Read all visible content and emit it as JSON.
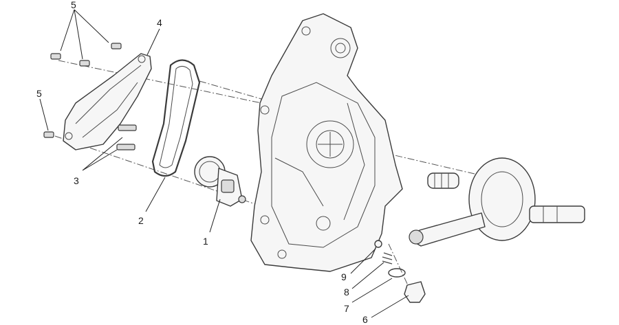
{
  "callouts": [
    {
      "id": "c5a",
      "text": "5"
    },
    {
      "id": "c4",
      "text": "4"
    },
    {
      "id": "c5b",
      "text": "5"
    },
    {
      "id": "c3",
      "text": "3"
    },
    {
      "id": "c2",
      "text": "2"
    },
    {
      "id": "c1",
      "text": "1"
    },
    {
      "id": "c9",
      "text": "9"
    },
    {
      "id": "c8",
      "text": "8"
    },
    {
      "id": "c7",
      "text": "7"
    },
    {
      "id": "c6",
      "text": "6"
    }
  ]
}
